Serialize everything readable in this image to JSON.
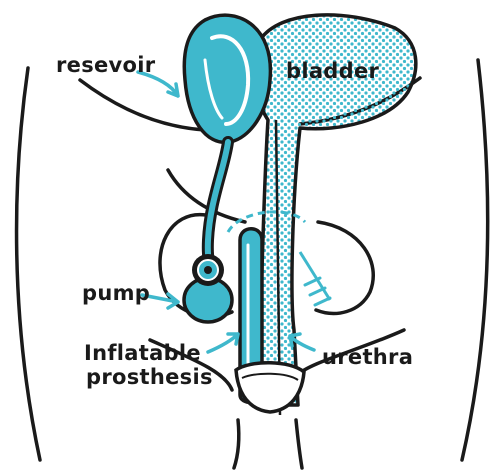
{
  "labels": {
    "reservoir": "resevoir",
    "bladder": "bladder",
    "pump": "pump",
    "prosthesis_line1": "Inflatable",
    "prosthesis_line2": "prosthesis",
    "urethra": "urethra"
  },
  "colors": {
    "device_teal": "#3fb8cc",
    "outline": "#1a1a1a",
    "dot_pattern": "#3fb8cc",
    "background": "#ffffff"
  }
}
